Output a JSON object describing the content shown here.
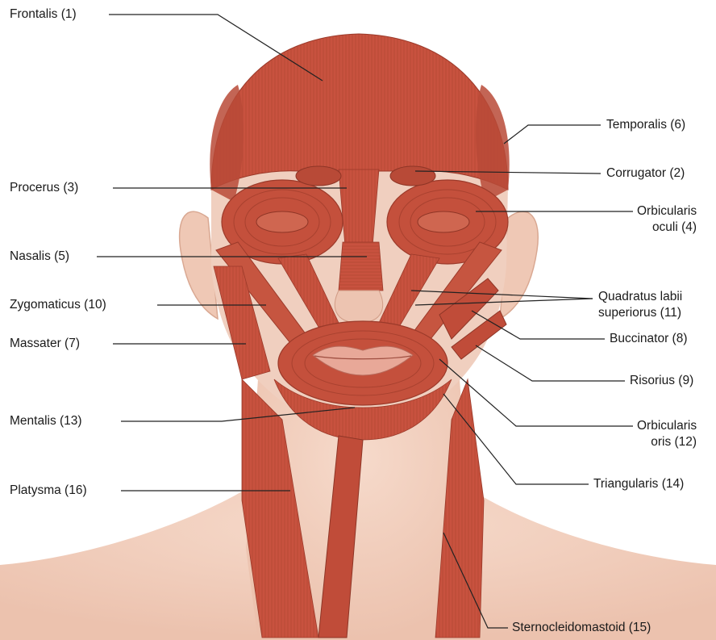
{
  "labels": {
    "frontalis": "Frontalis (1)",
    "temporalis": "Temporalis (6)",
    "procerus": "Procerus (3)",
    "corrugator": "Corrugator (2)",
    "orbicularis_oculi": [
      "Orbicularis",
      "oculi (4)"
    ],
    "nasalis": "Nasalis (5)",
    "quadratus": [
      "Quadratus labii",
      "superiorus (11)"
    ],
    "zygomaticus": "Zygomaticus (10)",
    "buccinator": "Buccinator (8)",
    "massater": "Massater (7)",
    "risorius": "Risorius (9)",
    "mentalis": "Mentalis (13)",
    "orbicularis_oris": [
      "Orbicularis",
      "oris (12)"
    ],
    "platysma": "Platysma (16)",
    "triangularis": "Triangularis (14)",
    "sternocleidomastoid": "Sternocleidomastoid (15)"
  },
  "colors": {
    "muscle": "#c8523f",
    "muscle_dark": "#a53c2c",
    "muscle_light": "#d9705b",
    "skin": "#f3d2c2",
    "skin_shadow": "#e6b9a6",
    "leader": "#222222"
  }
}
